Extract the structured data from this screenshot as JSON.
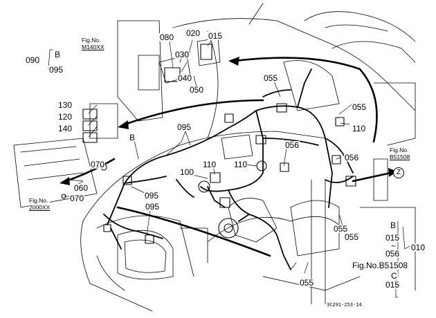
{
  "labels": {
    "p090": "090",
    "pB_top": "B",
    "p095_top": "095",
    "p080": "080",
    "p020": "020",
    "p015_top": "015",
    "p030": "030",
    "p040": "040",
    "p050": "050",
    "p055_a": "055",
    "p055_b": "055",
    "p110_a": "110",
    "p130": "130",
    "p120": "120",
    "p140": "140",
    "p095_a": "095",
    "pB_left": "B",
    "p056_a": "056",
    "p056_b": "056",
    "p070_a": "070",
    "p060": "060",
    "p070_b": "070",
    "p100": "100",
    "p110_b": "110",
    "p110_c": "110",
    "p095_b": "095",
    "p095_c": "095",
    "p055_c": "055",
    "p055_d": "055",
    "p055_e": "055",
    "pB_right": "B",
    "p015_r": "015",
    "tilde": "~",
    "p056_r": "056",
    "p010": "010",
    "figB51508": "Fig.No.B51508",
    "pC": "C",
    "p015_bot": "015",
    "zlabel": "Z"
  },
  "figrefs": {
    "m140_no": "Fig.No.",
    "m140_id": "M140XX",
    "x2000_no": "Fig.No.",
    "x2000_id": "2000XX",
    "b51508_no": "Fig.No.",
    "b51508_id": "B51508"
  },
  "code": "3C291-253-14"
}
